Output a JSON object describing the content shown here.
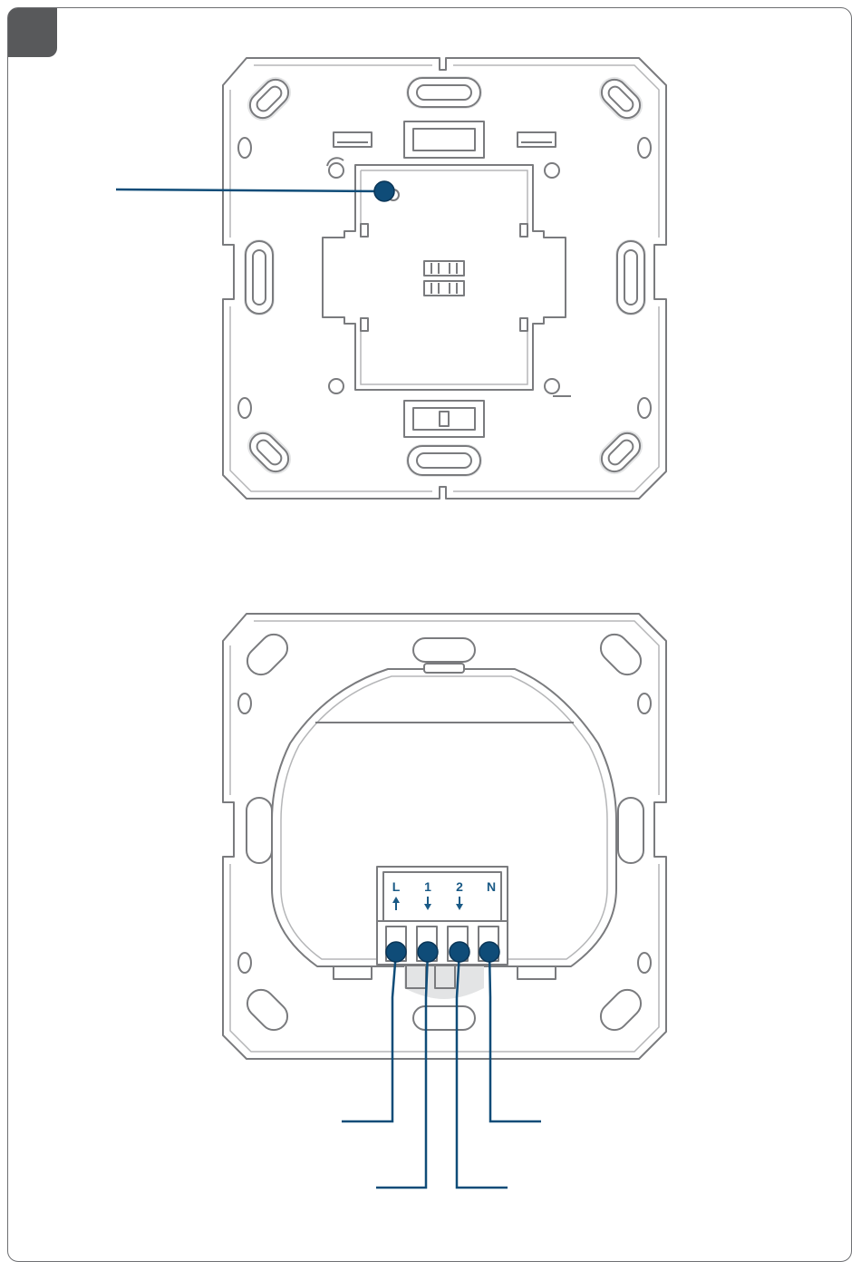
{
  "figure": {
    "terminal_labels": [
      "L",
      "1",
      "2",
      "N"
    ]
  },
  "colors": {
    "outline": "#7a7b7e",
    "callout": "#0f4c78",
    "badge": "#58595b",
    "frame": "#6d6e71"
  },
  "icons": {
    "terminal_L_arrow": "arrow-up",
    "terminal_1_arrow": "arrow-down",
    "terminal_2_arrow": "arrow-down"
  }
}
